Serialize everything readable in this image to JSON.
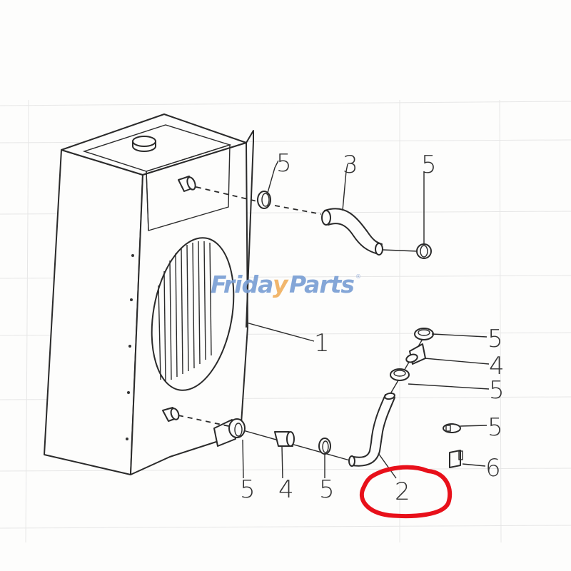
{
  "diagram": {
    "type": "exploded-parts-diagram",
    "subject": "radiator and coolant hose assembly",
    "watermark": {
      "text_left": "Frida",
      "text_mid": "y",
      "text_right": "Parts",
      "registered_mark": "®",
      "color_primary": "#7a9fd4",
      "color_accent": "#f0b060"
    },
    "highlight": {
      "shape": "hand-drawn-ellipse",
      "color": "#e8101a",
      "target_callout": "2"
    },
    "callouts": [
      {
        "id": "c-top-clamp-left",
        "label": "5",
        "part": "hose clamp"
      },
      {
        "id": "c-top-hose",
        "label": "3",
        "part": "upper radiator hose"
      },
      {
        "id": "c-top-clamp-right",
        "label": "5",
        "part": "hose clamp"
      },
      {
        "id": "c-radiator",
        "label": "1",
        "part": "radiator"
      },
      {
        "id": "c-right-clamp-1",
        "label": "5",
        "part": "hose clamp"
      },
      {
        "id": "c-right-sleeve",
        "label": "4",
        "part": "connector sleeve"
      },
      {
        "id": "c-right-clamp-2",
        "label": "5",
        "part": "hose clamp"
      },
      {
        "id": "c-loose-clamp",
        "label": "5",
        "part": "hose clamp"
      },
      {
        "id": "c-clip",
        "label": "6",
        "part": "clip"
      },
      {
        "id": "c-lower-hose",
        "label": "2",
        "part": "lower radiator hose"
      },
      {
        "id": "c-bottom-clamp-left",
        "label": "5",
        "part": "hose clamp"
      },
      {
        "id": "c-bottom-sleeve",
        "label": "4",
        "part": "connector sleeve"
      },
      {
        "id": "c-bottom-clamp-right",
        "label": "5",
        "part": "hose clamp"
      }
    ]
  }
}
